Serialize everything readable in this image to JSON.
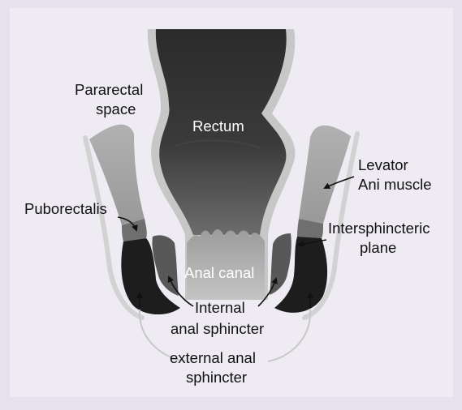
{
  "labels": {
    "pararectal_space": [
      "Pararectal",
      "space"
    ],
    "rectum": "Rectum",
    "levator_ani": [
      "Levator",
      "Ani muscle"
    ],
    "puborectalis": "Puborectalis",
    "intersphincteric": [
      "Intersphincteric",
      "plane"
    ],
    "anal_canal": "Anal canal",
    "internal_sphincter": [
      "Internal",
      "anal sphincter"
    ],
    "external_sphincter": [
      "external anal",
      "sphincter"
    ]
  },
  "colors": {
    "background": "#e7e1ee",
    "panel": "#efebf3",
    "rectum_dark": "#2a2a2a",
    "rectum_light": "#6a6a6a",
    "rectal_wall": "#c9c9c9",
    "levator": "#a5a5a5",
    "puborectalis": "#6f6f6f",
    "external_sphincter": "#1d1d1d",
    "internal_sphincter": "#555555",
    "mucosa": "#cfcfcf",
    "pelvic_outline": "#d0d0d0",
    "arrow": "#111111"
  }
}
